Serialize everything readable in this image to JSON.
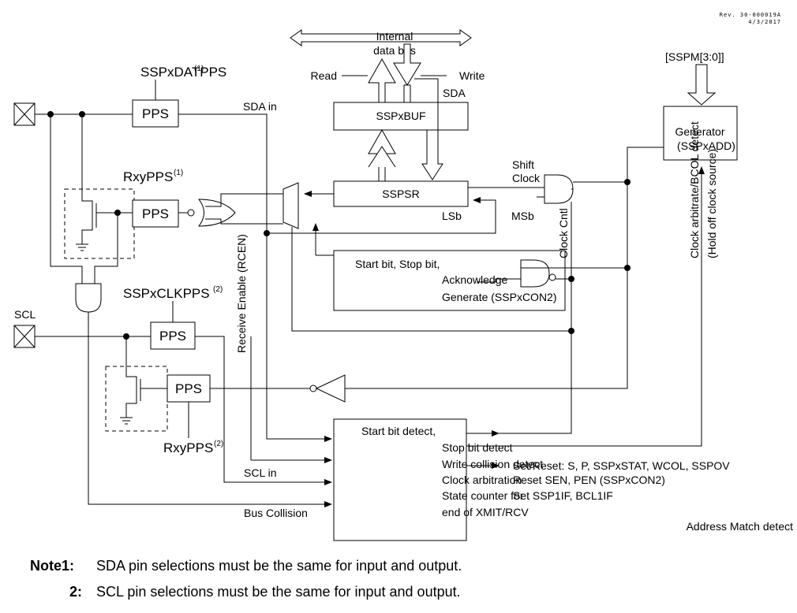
{
  "revision": {
    "line1": "Rev. 30-000019A",
    "line2": "4/3/2017"
  },
  "bus": {
    "line1": "Internal",
    "line2": "data bus",
    "read": "Read",
    "write": "Write"
  },
  "sspm": "[SSPM[3:0]]",
  "labels": {
    "sspxdatpps": "SSPxDATPPS",
    "sspxdatpps_sup": "(1)",
    "rxypps1": "RxyPPS",
    "rxypps1_sup": "(1)",
    "sspxclkpps": "SSPxCLKPPS",
    "sspxclkpps_sup": "(2)",
    "rxypps2": "RxyPPS",
    "rxypps2_sup": "(2)",
    "pps": "PPS",
    "sda_in": "SDA in",
    "sda": "SDA",
    "scl": "SCL",
    "scl_in": "SCL in",
    "bus_collision": "Bus Collision",
    "shift_clock_1": "Shift",
    "shift_clock_2": "Clock",
    "lsb": "LSb",
    "msb": "MSb",
    "clock_cntl": "Clock Cntl",
    "receive_enable": "Receive Enable (RCEN)",
    "clock_arb": "Clock arbitrate/BCOL detect",
    "hold_off": "(Hold off clock source)",
    "address_match": "Address Match detect"
  },
  "blocks": {
    "sspxbuf": "SSPxBUF",
    "sspsr": "SSPSR",
    "generator_1": "Generator",
    "generator_2": "(SSPxADD)",
    "startstop_1": "Start bit, Stop bit,",
    "startstop_2": "Acknowledge",
    "startstop_3": "Generate (SSPxCON2)",
    "detect": [
      "Start bit detect,",
      "Stop bit detect",
      "Write collision detect",
      "Clock arbitration",
      "State counter for",
      "end of XMIT/RCV"
    ],
    "setreset": [
      "Set/Reset: S, P, SSPxSTAT, WCOL, SSPOV",
      "Reset SEN, PEN (SSPxCON2)",
      "Set SSP1IF, BCL1IF"
    ]
  },
  "notes": [
    {
      "label": "Note1:",
      "text": "SDA pin selections must be the same for input and output."
    },
    {
      "label": "2:",
      "text": "SCL pin selections must be the same for input and output."
    }
  ]
}
